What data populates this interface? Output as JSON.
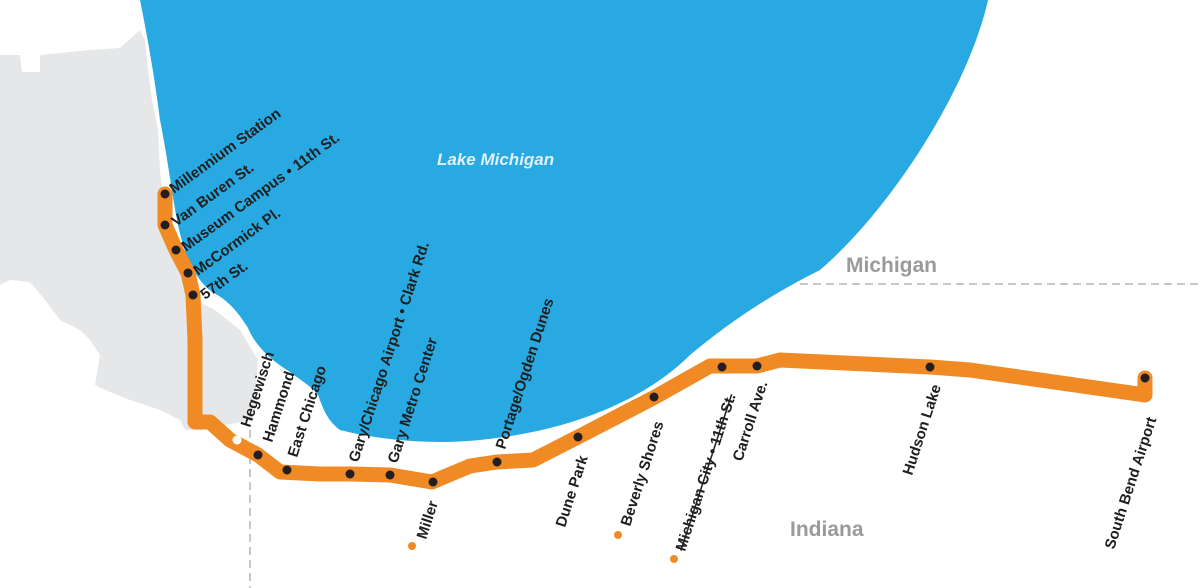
{
  "map": {
    "water_label": "Lake Michigan",
    "state_labels": {
      "michigan": "Michigan",
      "indiana": "Indiana"
    },
    "colors": {
      "lake": "#29a9e1",
      "land_urban": "#e6e7e8",
      "line": "#f08a24",
      "station_dot": "#231f20",
      "state_label": "#9a9a9a",
      "border": "#c8c8c8"
    },
    "stations": [
      {
        "name": "Millennium Station",
        "marker": "station"
      },
      {
        "name": "Van Buren St.",
        "marker": "station"
      },
      {
        "name": "Museum Campus • 11th St.",
        "marker": "station"
      },
      {
        "name": "McCormick Pl.",
        "marker": "station"
      },
      {
        "name": "57th St.",
        "marker": "station"
      },
      {
        "name": "Hegewisch",
        "marker": "open-circle"
      },
      {
        "name": "Hammond",
        "marker": "station"
      },
      {
        "name": "East Chicago",
        "marker": "station"
      },
      {
        "name": "Gary/Chicago Airport • Clark Rd.",
        "marker": "station"
      },
      {
        "name": "Gary Metro Center",
        "marker": "station"
      },
      {
        "name": "Miller",
        "marker": "station",
        "note_icon": "orange-dot"
      },
      {
        "name": "Portage/Ogden Dunes",
        "marker": "station"
      },
      {
        "name": "Dune Park",
        "marker": "station"
      },
      {
        "name": "Beverly Shores",
        "marker": "station",
        "note_icon": "orange-dot"
      },
      {
        "name": "Michigan City • 11th St.",
        "marker": "station",
        "note_icon": "orange-dot",
        "struck_through": true
      },
      {
        "name": "Carroll Ave.",
        "marker": "station"
      },
      {
        "name": "Hudson Lake",
        "marker": "station"
      },
      {
        "name": "South Bend Airport",
        "marker": "station"
      }
    ]
  }
}
